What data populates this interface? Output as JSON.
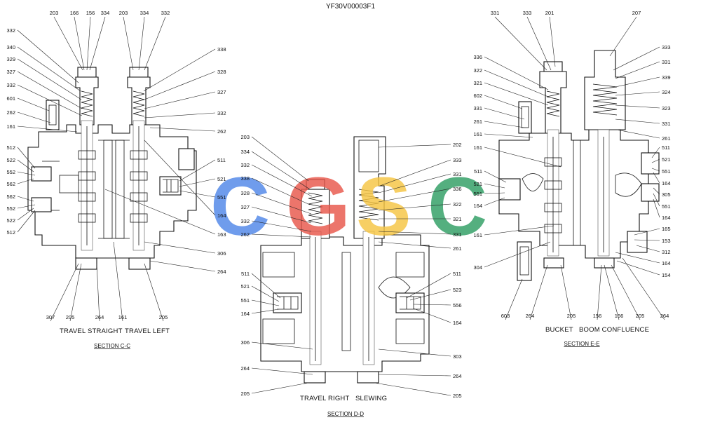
{
  "title": "YF30V00003F1",
  "watermark": {
    "letters": [
      {
        "char": "C",
        "color": "#4F86E8"
      },
      {
        "char": "G",
        "color": "#E8574A"
      },
      {
        "char": "S",
        "color": "#F5C542"
      },
      {
        "char": "C",
        "color": "#2E9E63"
      }
    ]
  },
  "sections": [
    {
      "name": "SECTION  C-C",
      "captions": [
        "TRAVEL STRAIGHT",
        "TRAVEL LEFT"
      ],
      "callouts_left": [
        "332",
        "340",
        "329",
        "327",
        "332",
        "601",
        "262",
        "161",
        "512",
        "522",
        "552",
        "562",
        "562",
        "552",
        "522",
        "512"
      ],
      "callouts_top": [
        "203",
        "166",
        "156",
        "334",
        "203",
        "334",
        "332"
      ],
      "callouts_right": [
        "338",
        "328",
        "327",
        "332",
        "262",
        "511",
        "521",
        "551",
        "164",
        "163",
        "306",
        "264"
      ],
      "callouts_bottom": [
        "307",
        "205",
        "264",
        "161",
        "205"
      ]
    },
    {
      "name": "SECTION  D-D",
      "captions": [
        "TRAVEL RIGHT",
        "SLEWING"
      ],
      "callouts_left": [
        "203",
        "334",
        "332",
        "338",
        "328",
        "327",
        "332",
        "262",
        "511",
        "521",
        "551",
        "164",
        "306",
        "264",
        "205"
      ],
      "callouts_right": [
        "202",
        "333",
        "331",
        "336",
        "322",
        "321",
        "331",
        "261",
        "511",
        "523",
        "556",
        "164",
        "303",
        "264",
        "205"
      ]
    },
    {
      "name": "SECTION  E-E",
      "captions": [
        "BUCKET",
        "BOOM CONFLUENCE"
      ],
      "callouts_top": [
        "331",
        "333",
        "201",
        "207"
      ],
      "callouts_left": [
        "336",
        "322",
        "321",
        "602",
        "331",
        "261",
        "161",
        "161",
        "511",
        "521",
        "551",
        "164",
        "161",
        "304"
      ],
      "callouts_right": [
        "333",
        "331",
        "339",
        "324",
        "323",
        "331",
        "261",
        "511",
        "521",
        "551",
        "164",
        "305",
        "551",
        "164",
        "165",
        "153",
        "312",
        "164",
        "154"
      ],
      "callouts_bottom": [
        "603",
        "264",
        "205",
        "156",
        "166",
        "205",
        "264"
      ]
    }
  ]
}
